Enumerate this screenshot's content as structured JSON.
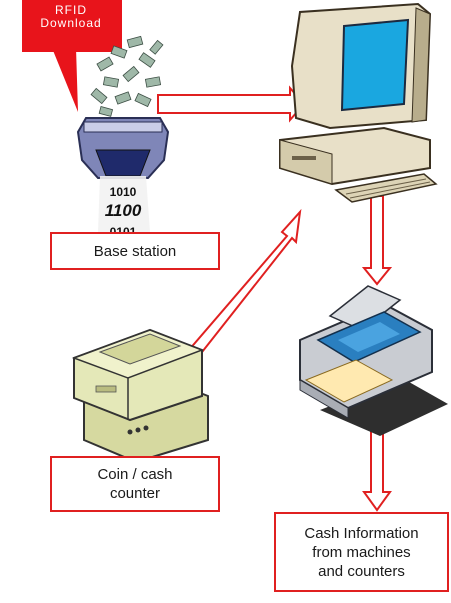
{
  "callout": {
    "text": "RFID\nDownload",
    "color": "#e8141b"
  },
  "labels": {
    "base_station": "Base station",
    "coin_counter": "Coin / cash\ncounter",
    "cash_information": "Cash Information\nfrom machines\nand counters"
  },
  "binary_display": {
    "line1": "1010",
    "line2": "1100",
    "line3": "0101"
  },
  "colors": {
    "arrow_outline": "#e02020",
    "arrow_fill": "#ffffff",
    "label_border": "#e02020",
    "monitor_screen": "#1aa7e0",
    "computer_body": "#e8e0c8",
    "printer_accent": "#2a7fc0",
    "counter_body": "#e4e8b8"
  }
}
